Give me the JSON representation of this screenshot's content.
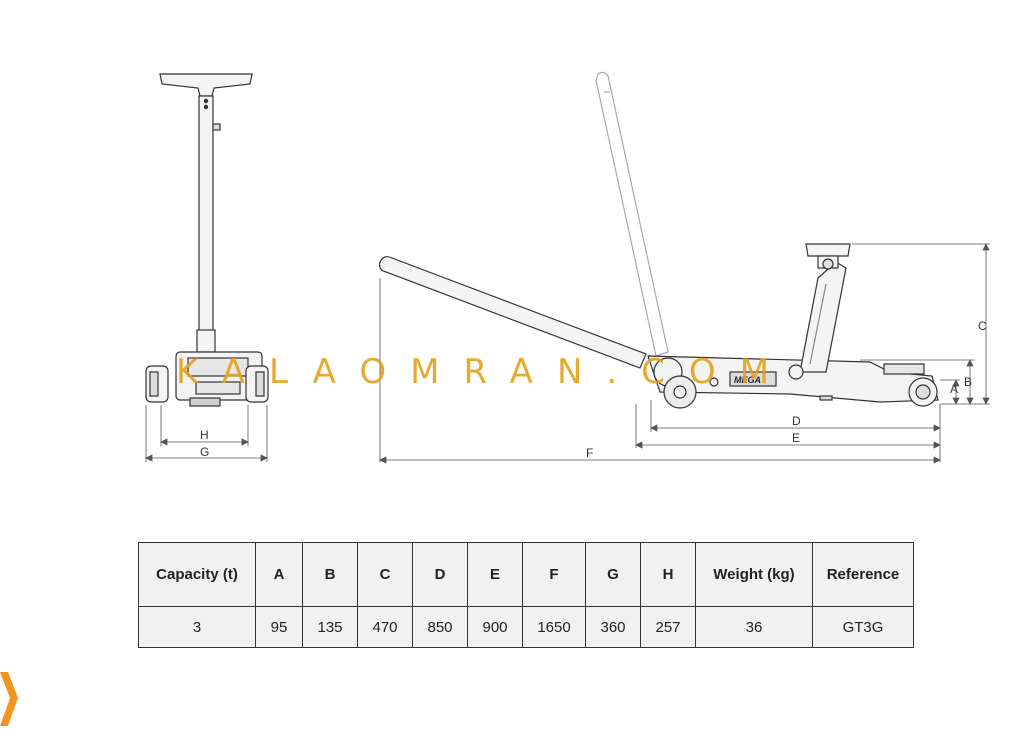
{
  "dimension_labels": {
    "A": "A",
    "B": "B",
    "C": "C",
    "D": "D",
    "E": "E",
    "F": "F",
    "G": "G",
    "H": "H"
  },
  "brand_plate": "MEGA",
  "watermark": "KALAOMRAN.COM",
  "table": {
    "headers": [
      "Capacity (t)",
      "A",
      "B",
      "C",
      "D",
      "E",
      "F",
      "G",
      "H",
      "Weight (kg)",
      "Reference"
    ],
    "rows": [
      [
        "3",
        "95",
        "135",
        "470",
        "850",
        "900",
        "1650",
        "360",
        "257",
        "36",
        "GT3G"
      ]
    ]
  },
  "colors": {
    "accent_orange": "#f0961e",
    "watermark": "#e3a21a",
    "line": "#333333"
  }
}
